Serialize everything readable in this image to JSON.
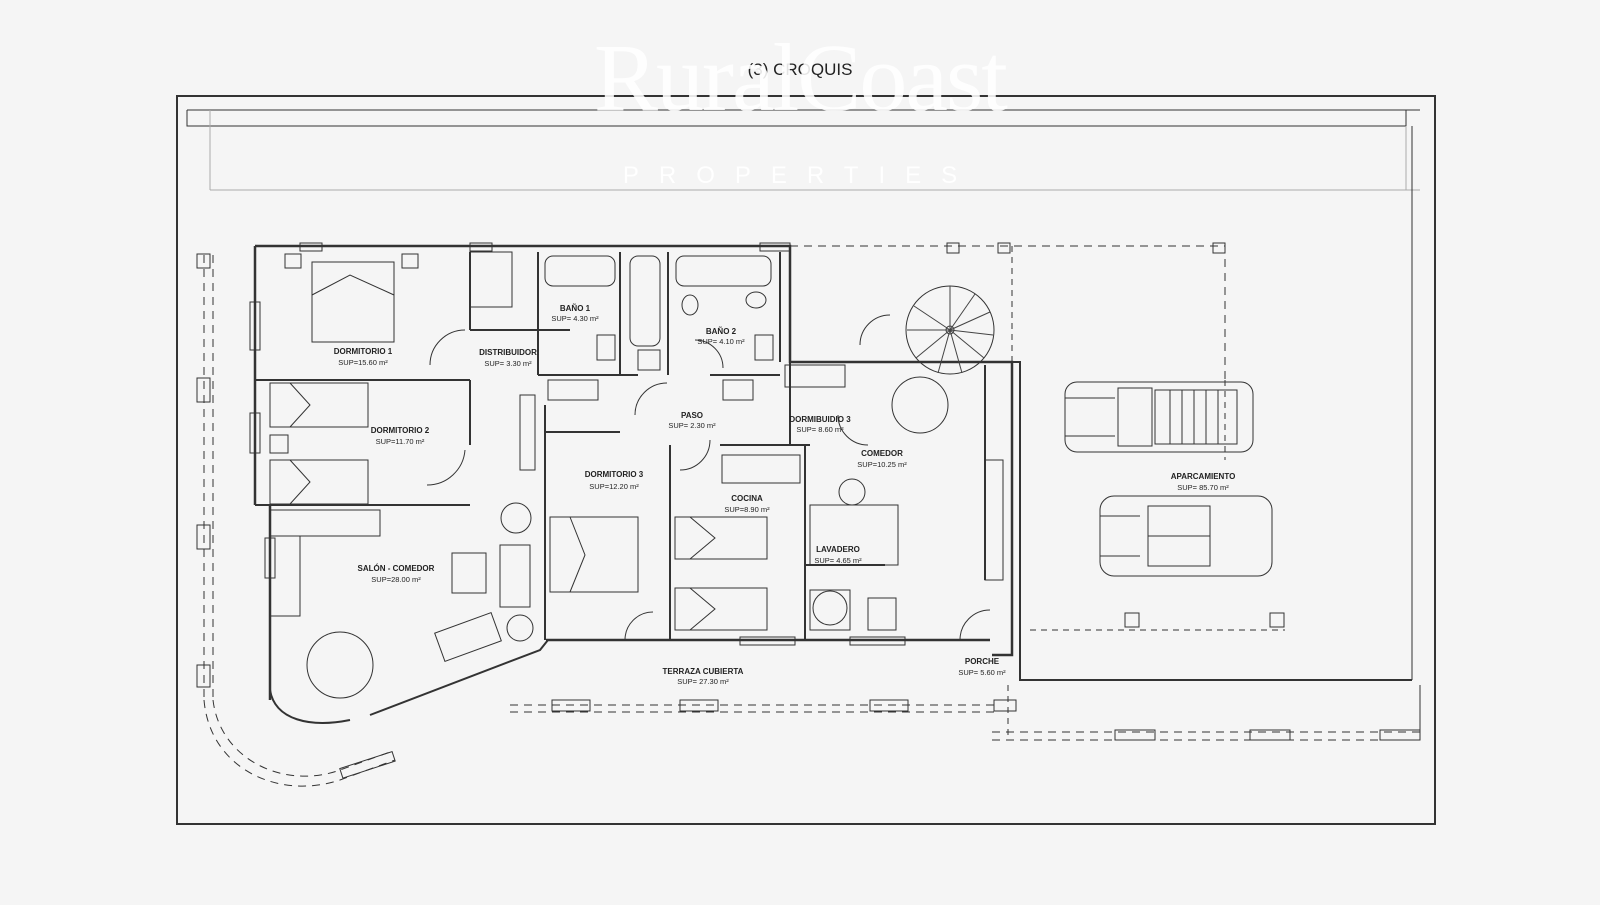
{
  "title": "(3) CROQUIS",
  "watermark": {
    "brand": "RuralCoast",
    "tagline": "PROPERTIES"
  },
  "rooms": [
    {
      "id": "dormitorio-1",
      "name": "DORMITORIO 1",
      "area": "SUP=15.60 m²"
    },
    {
      "id": "distribuidor",
      "name": "DISTRIBUIDOR",
      "area": "SUP= 3.30 m²"
    },
    {
      "id": "bano-1",
      "name": "BAÑO 1",
      "area": "SUP= 4.30 m²"
    },
    {
      "id": "bano-2",
      "name": "BAÑO 2",
      "area": "SUP= 4.10 m²"
    },
    {
      "id": "dormitorio-2",
      "name": "DORMITORIO 2",
      "area": "SUP=11.70 m²"
    },
    {
      "id": "paso",
      "name": "PASO",
      "area": "SUP= 2.30 m²"
    },
    {
      "id": "dormitorio-3b",
      "name": "DORMIBUIDIO 3",
      "area": "SUP= 8.60 m²"
    },
    {
      "id": "comedor",
      "name": "COMEDOR",
      "area": "SUP=10.25 m²"
    },
    {
      "id": "dormitorio-3",
      "name": "DORMITORIO 3",
      "area": "SUP=12.20 m²"
    },
    {
      "id": "cocina",
      "name": "COCINA",
      "area": "SUP=8.90 m²"
    },
    {
      "id": "lavadero",
      "name": "LAVADERO",
      "area": "SUP= 4.65 m²"
    },
    {
      "id": "salon-comedor",
      "name": "SALÓN - COMEDOR",
      "area": "SUP=28.00 m²"
    },
    {
      "id": "aparcamiento",
      "name": "APARCAMIENTO",
      "area": "SUP= 85.70 m²"
    },
    {
      "id": "terraza",
      "name": "TERRAZA CUBIERTA",
      "area": "SUP= 27.30 m²"
    },
    {
      "id": "porche",
      "name": "PORCHE",
      "area": "SUP= 5.60 m²"
    }
  ]
}
